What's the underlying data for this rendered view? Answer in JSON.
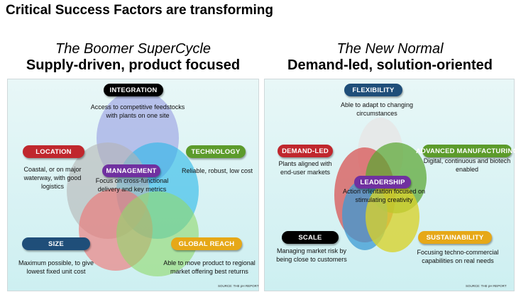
{
  "title": "Critical Success Factors are transforming",
  "left": {
    "heading_italic": "The Boomer SuperCycle",
    "heading_bold": "Supply-driven, product focused",
    "factors": [
      {
        "label": "INTEGRATION",
        "desc": "Access to competitive feedstocks with plants on one site",
        "color": "#000000"
      },
      {
        "label": "LOCATION",
        "desc": "Coastal, or on major waterway, with good logistics",
        "color": "#c0272d"
      },
      {
        "label": "TECHNOLOGY",
        "desc": "Reliable, robust, low cost",
        "color": "#5c9b2b"
      },
      {
        "label": "MANAGEMENT",
        "desc": "Focus on cross-functional delivery and key metrics",
        "color": "#7030a0"
      },
      {
        "label": "SIZE",
        "desc": "Maximum possible, to give lowest fixed unit cost",
        "color": "#1f4e79"
      },
      {
        "label": "GLOBAL REACH",
        "desc": "Able to move product to regional market offering best returns",
        "color": "#e6a817"
      }
    ],
    "source": "SOURCE: THE pH REPORT"
  },
  "right": {
    "heading_italic": "The New Normal",
    "heading_bold": "Demand-led, solution-oriented",
    "factors": [
      {
        "label": "FLEXIBILITY",
        "desc": "Able to adapt to changing circumstances",
        "color": "#1f4e79"
      },
      {
        "label": "DEMAND-LED",
        "desc": "Plants aligned with end-user markets",
        "color": "#c0272d"
      },
      {
        "label": "ADVANCED MANUFACTURING",
        "desc": "Digital, continuous and biotech enabled",
        "color": "#5c9b2b"
      },
      {
        "label": "LEADERSHIP",
        "desc": "Action orientation focused on stimulating creativity",
        "color": "#7030a0"
      },
      {
        "label": "SCALE",
        "desc": "Managing market risk by being close to customers",
        "color": "#000000"
      },
      {
        "label": "SUSTAINABILITY",
        "desc": "Focusing techno-commercial capabilities on real needs",
        "color": "#e6a817"
      }
    ],
    "source": "SOURCE: THE pH REPORT"
  }
}
